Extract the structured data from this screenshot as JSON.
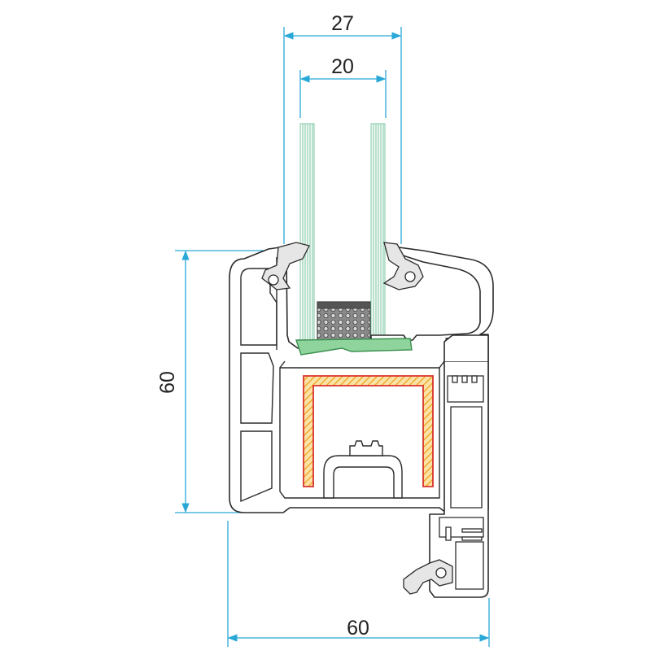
{
  "dimensions": {
    "glass_total_width": "27",
    "glass_gap_width": "20",
    "sash_height": "60",
    "frame_depth": "60"
  },
  "colors": {
    "profile_stroke": "#2b2b2b",
    "profile_fill": "#ffffff",
    "dimension_line": "#29a8d8",
    "glass_line": "#7fc7a4",
    "steel_outline": "#d9322b",
    "steel_hatch": "#f2b63d",
    "bead_green": "#55b06b",
    "gasket_gray": "#9b9b9b",
    "spacer_dark": "#555555"
  }
}
